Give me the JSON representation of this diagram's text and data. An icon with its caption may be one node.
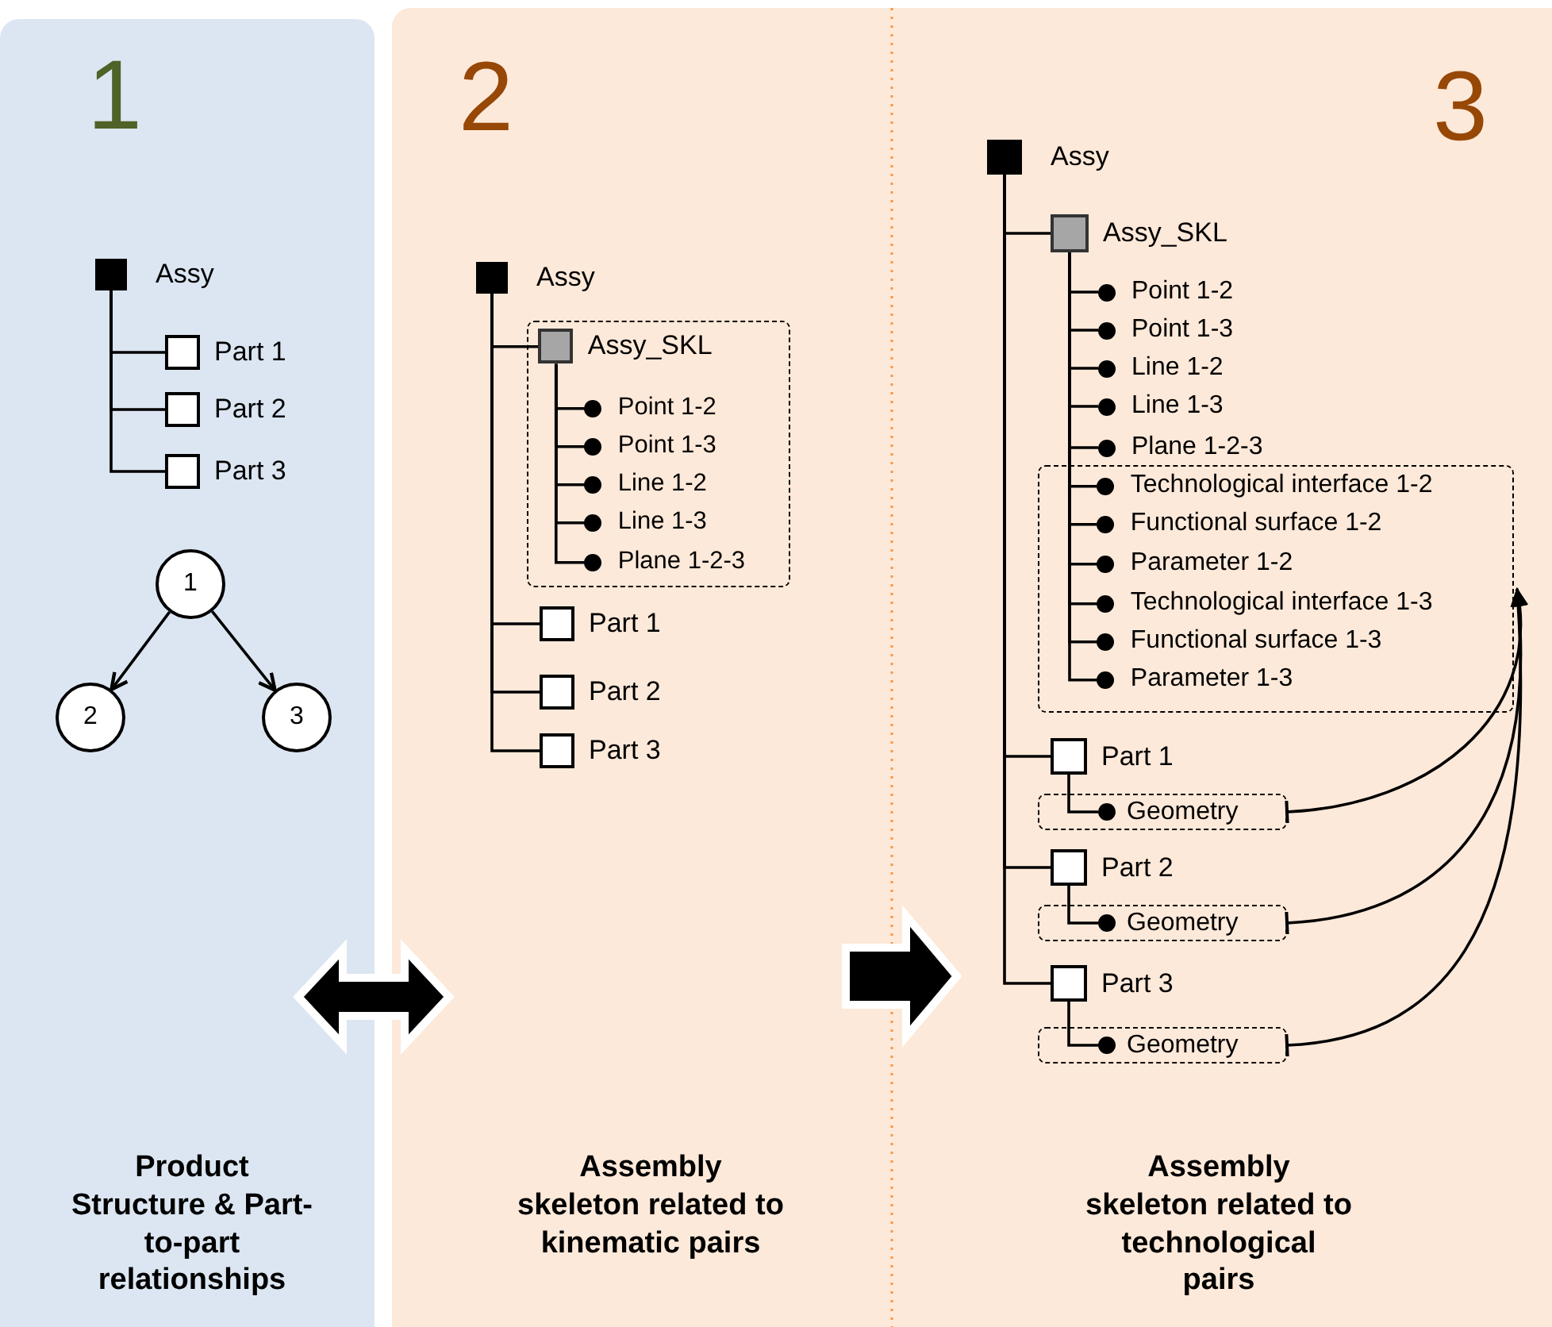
{
  "diagram": {
    "nodes": [
      {
        "text": [
          "1",
          "Product Structure & Part-to-part relationships"
        ]
      },
      {
        "text": [
          "Assy"
        ],
        "in": 0
      },
      {
        "text": [
          "Part 1"
        ],
        "in": 0
      },
      {
        "text": [
          "Part 2"
        ],
        "in": 0
      },
      {
        "text": [
          "Part 3"
        ],
        "in": 0
      },
      {
        "text": [
          "1"
        ],
        "in": 0
      },
      {
        "text": [
          "2"
        ],
        "in": 0
      },
      {
        "text": [
          "3"
        ],
        "in": 0
      },
      {
        "text": [
          "2",
          "Assembly skeleton related to kinematic pairs"
        ]
      },
      {
        "text": [
          "Assy"
        ],
        "in": 8
      },
      {
        "text": [],
        "shape": "box",
        "in": 8
      },
      {
        "text": [
          "Assy_SKL"
        ],
        "in": 10
      },
      {
        "text": [
          "Point 1-2"
        ],
        "in": 10
      },
      {
        "text": [
          "Point 1-3"
        ],
        "in": 10
      },
      {
        "text": [
          "Line 1-2"
        ],
        "in": 10
      },
      {
        "text": [
          "Line 1-3"
        ],
        "in": 10
      },
      {
        "text": [
          "Plane 1-2-3"
        ],
        "in": 10
      },
      {
        "text": [
          "Part 1"
        ],
        "in": 8
      },
      {
        "text": [
          "Part 2"
        ],
        "in": 8
      },
      {
        "text": [
          "Part 3"
        ],
        "in": 8
      },
      {
        "text": [
          "3",
          "Assembly skeleton related to technological pairs"
        ]
      },
      {
        "text": [
          "Assy"
        ],
        "in": 20
      },
      {
        "text": [
          "Assy_SKL"
        ],
        "in": 20
      },
      {
        "text": [
          "Point 1-2"
        ],
        "in": 20
      },
      {
        "text": [
          "Point 1-3"
        ],
        "in": 20
      },
      {
        "text": [
          "Line 1-2"
        ],
        "in": 20
      },
      {
        "text": [
          "Line 1-3"
        ],
        "in": 20
      },
      {
        "text": [
          "Plane 1-2-3"
        ],
        "in": 20
      },
      {
        "text": [],
        "shape": "box",
        "in": 20
      },
      {
        "text": [
          "Technological interface 1-2"
        ],
        "in": 28
      },
      {
        "text": [
          "Functional surface 1-2"
        ],
        "in": 28
      },
      {
        "text": [
          "Parameter 1-2"
        ],
        "in": 28
      },
      {
        "text": [
          "Technological interface 1-3"
        ],
        "in": 28
      },
      {
        "text": [
          "Functional surface 1-3"
        ],
        "in": 28
      },
      {
        "text": [
          "Parameter 1-3"
        ],
        "in": 28
      },
      {
        "text": [
          "Part 1"
        ],
        "in": 20
      },
      {
        "text": [
          "Geometry"
        ],
        "in": 20
      },
      {
        "text": [
          "Part 2"
        ],
        "in": 20
      },
      {
        "text": [
          "Geometry"
        ],
        "in": 20
      },
      {
        "text": [
          "Part 3"
        ],
        "in": 20
      },
      {
        "text": [
          "Geometry"
        ],
        "in": 20
      }
    ],
    "edges": [
      {
        "from": 0,
        "to": 8,
        "arrow": "both",
        "style": "thick"
      },
      {
        "from": 8,
        "to": 20,
        "arrow": "to",
        "style": "thick"
      },
      {
        "from": 1,
        "to": 2,
        "arrow": "none"
      },
      {
        "from": 1,
        "to": 3,
        "arrow": "none"
      },
      {
        "from": 1,
        "to": 4,
        "arrow": "none"
      },
      {
        "from": 5,
        "to": 6,
        "arrow": "to"
      },
      {
        "from": 5,
        "to": 7,
        "arrow": "to"
      },
      {
        "from": 9,
        "to": 11,
        "arrow": "none"
      },
      {
        "from": 9,
        "to": 17,
        "arrow": "none"
      },
      {
        "from": 9,
        "to": 18,
        "arrow": "none"
      },
      {
        "from": 9,
        "to": 19,
        "arrow": "none"
      },
      {
        "from": 11,
        "to": 12,
        "arrow": "none"
      },
      {
        "from": 11,
        "to": 13,
        "arrow": "none"
      },
      {
        "from": 11,
        "to": 14,
        "arrow": "none"
      },
      {
        "from": 11,
        "to": 15,
        "arrow": "none"
      },
      {
        "from": 11,
        "to": 16,
        "arrow": "none"
      },
      {
        "from": 21,
        "to": 22,
        "arrow": "none"
      },
      {
        "from": 21,
        "to": 35,
        "arrow": "none"
      },
      {
        "from": 21,
        "to": 37,
        "arrow": "none"
      },
      {
        "from": 21,
        "to": 39,
        "arrow": "none"
      },
      {
        "from": 22,
        "to": 23,
        "arrow": "none"
      },
      {
        "from": 22,
        "to": 24,
        "arrow": "none"
      },
      {
        "from": 22,
        "to": 25,
        "arrow": "none"
      },
      {
        "from": 22,
        "to": 26,
        "arrow": "none"
      },
      {
        "from": 22,
        "to": 27,
        "arrow": "none"
      },
      {
        "from": 22,
        "to": 29,
        "arrow": "none"
      },
      {
        "from": 22,
        "to": 30,
        "arrow": "none"
      },
      {
        "from": 22,
        "to": 31,
        "arrow": "none"
      },
      {
        "from": 22,
        "to": 32,
        "arrow": "none"
      },
      {
        "from": 22,
        "to": 33,
        "arrow": "none"
      },
      {
        "from": 22,
        "to": 34,
        "arrow": "none"
      },
      {
        "from": 35,
        "to": 36,
        "arrow": "none"
      },
      {
        "from": 37,
        "to": 38,
        "arrow": "none"
      },
      {
        "from": 39,
        "to": 40,
        "arrow": "none"
      },
      {
        "from": 36,
        "to": 28,
        "arrow": "to"
      },
      {
        "from": 38,
        "to": 28,
        "arrow": "to"
      },
      {
        "from": 40,
        "to": 28,
        "arrow": "to"
      }
    ]
  }
}
